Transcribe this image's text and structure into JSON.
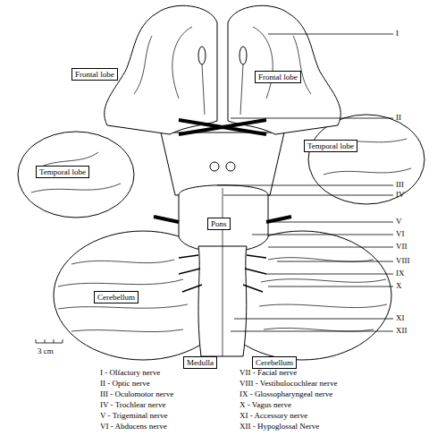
{
  "diagram": {
    "nodes": [
      {
        "text": [
          "Frontal lobe"
        ]
      },
      {
        "text": [
          "Frontal lobe"
        ]
      },
      {
        "text": [
          "Temporal lobe"
        ]
      },
      {
        "text": [
          "Temporal lobe"
        ]
      },
      {
        "text": [
          "Pons"
        ]
      },
      {
        "text": [
          "Cerebellum"
        ]
      },
      {
        "text": [
          "Medulla"
        ]
      },
      {
        "text": [
          "Cerebellum"
        ]
      }
    ],
    "labels": [
      "I",
      "II",
      "III",
      "IV",
      "V",
      "VI",
      "VII",
      "VIII",
      "IX",
      "X",
      "XI",
      "XII",
      "3 cm",
      "I - Olfactory nerve",
      "II - Optic nerve",
      "III - Oculomotor nerve",
      "IV - Trochlear nerve",
      "V - Trigeminal nerve",
      "VI - Abducens nerve",
      "VII - Facial nerve",
      "VIII - Vestibulocochlear nerve",
      "IX - Glossopharyngeal nerve",
      "X - Vagus nerve",
      "XI - Accessory nerve",
      "XII - Hypoglossal Nerve"
    ]
  }
}
